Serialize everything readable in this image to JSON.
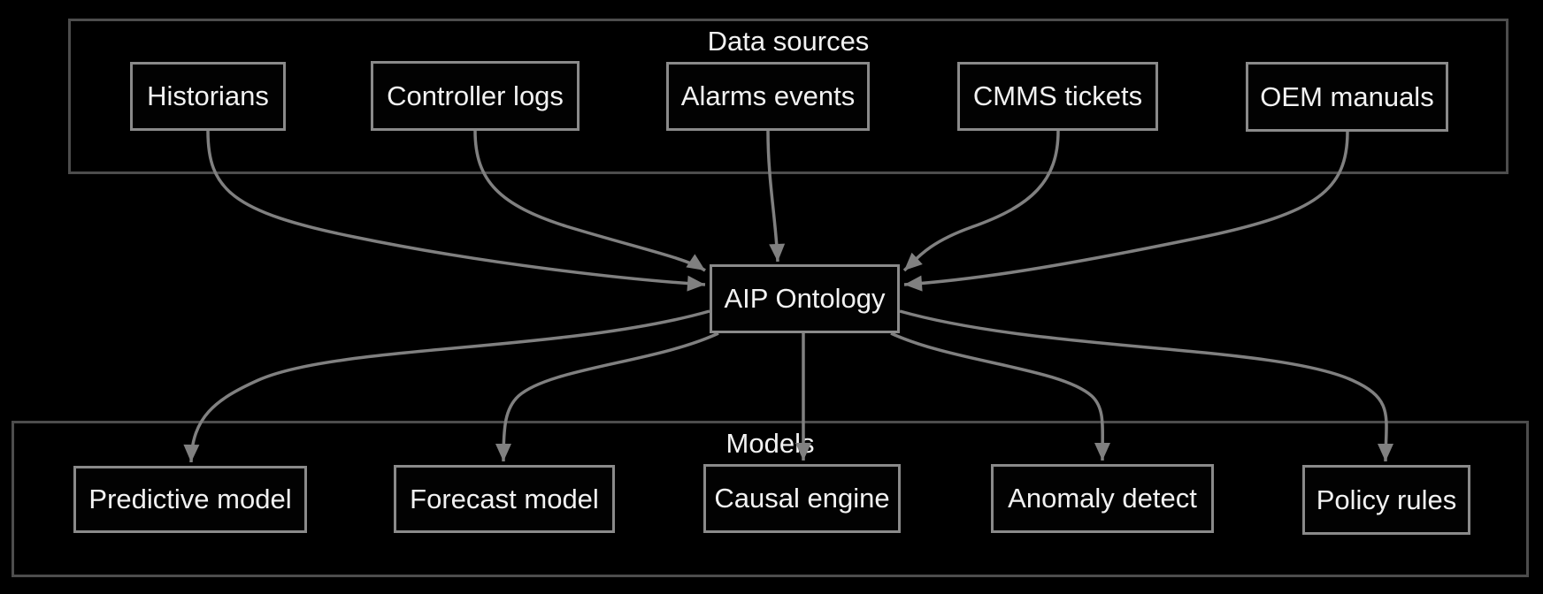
{
  "diagram": {
    "groups": {
      "data_sources": {
        "title": "Data sources"
      },
      "models": {
        "title": "Models"
      }
    },
    "nodes": {
      "center": "AIP Ontology",
      "sources": [
        "Historians",
        "Controller logs",
        "Alarms events",
        "CMMS tickets",
        "OEM manuals"
      ],
      "models": [
        "Predictive model",
        "Forecast model",
        "Causal engine",
        "Anomaly detect",
        "Policy rules"
      ]
    },
    "edges": [
      {
        "from": "Historians",
        "to": "AIP Ontology"
      },
      {
        "from": "Controller logs",
        "to": "AIP Ontology"
      },
      {
        "from": "Alarms events",
        "to": "AIP Ontology"
      },
      {
        "from": "CMMS tickets",
        "to": "AIP Ontology"
      },
      {
        "from": "OEM manuals",
        "to": "AIP Ontology"
      },
      {
        "from": "AIP Ontology",
        "to": "Predictive model"
      },
      {
        "from": "AIP Ontology",
        "to": "Forecast model"
      },
      {
        "from": "AIP Ontology",
        "to": "Causal engine"
      },
      {
        "from": "AIP Ontology",
        "to": "Anomaly detect"
      },
      {
        "from": "AIP Ontology",
        "to": "Policy rules"
      }
    ],
    "colors": {
      "background": "#000000",
      "container_border": "#4d4d4d",
      "node_border": "#8a8a8a",
      "node_fill": "#020202",
      "edge": "#808080",
      "text": "#f2f2f2"
    }
  }
}
